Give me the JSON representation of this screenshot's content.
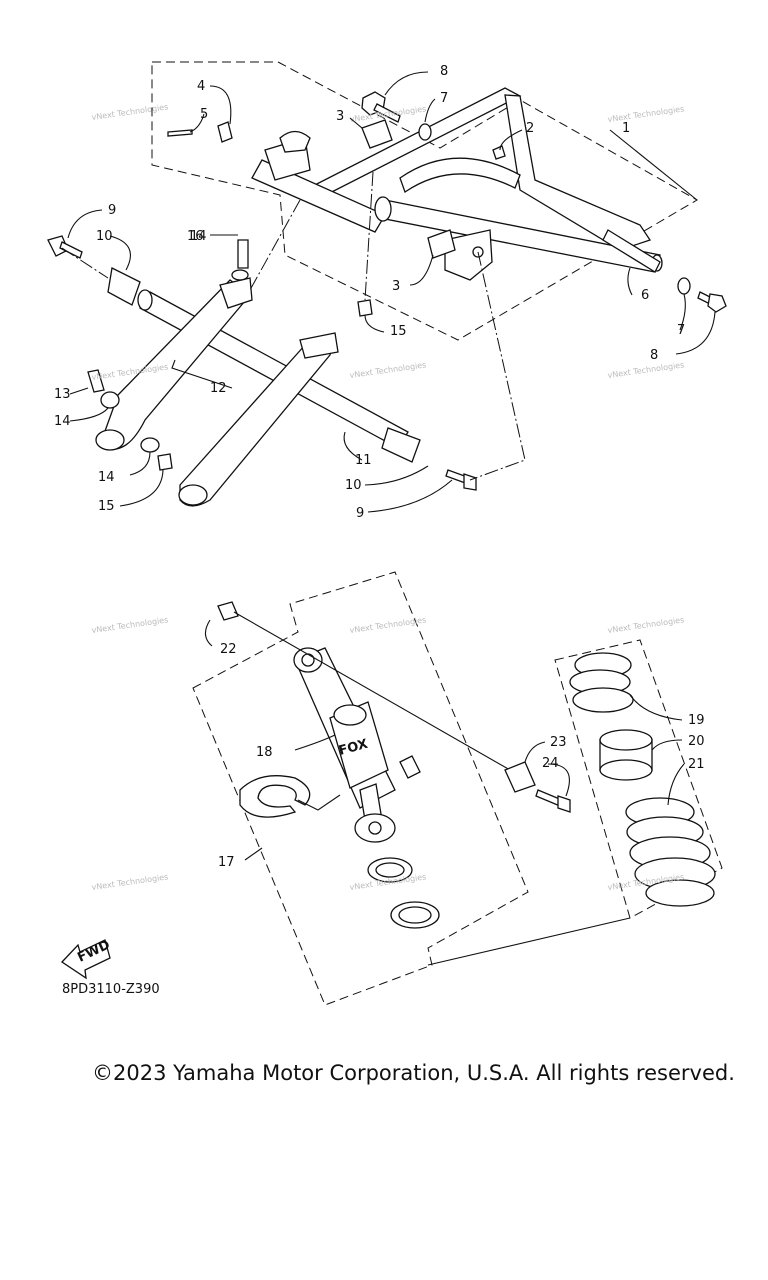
{
  "callouts": [
    "1",
    "2",
    "3",
    "3",
    "4",
    "5",
    "6",
    "7",
    "7",
    "8",
    "8",
    "9",
    "9",
    "10",
    "10",
    "11",
    "12",
    "13",
    "14",
    "14",
    "14",
    "15",
    "15",
    "16",
    "17",
    "18",
    "19",
    "20",
    "21",
    "22",
    "23",
    "24"
  ],
  "watermark": "vNext Technologies",
  "fwd_label": "FWD",
  "diagram_code": "8PD3110-Z390",
  "shock_brand": "FOX",
  "copyright": "©2023 Yamaha Motor Corporation, U.S.A. All rights reserved."
}
